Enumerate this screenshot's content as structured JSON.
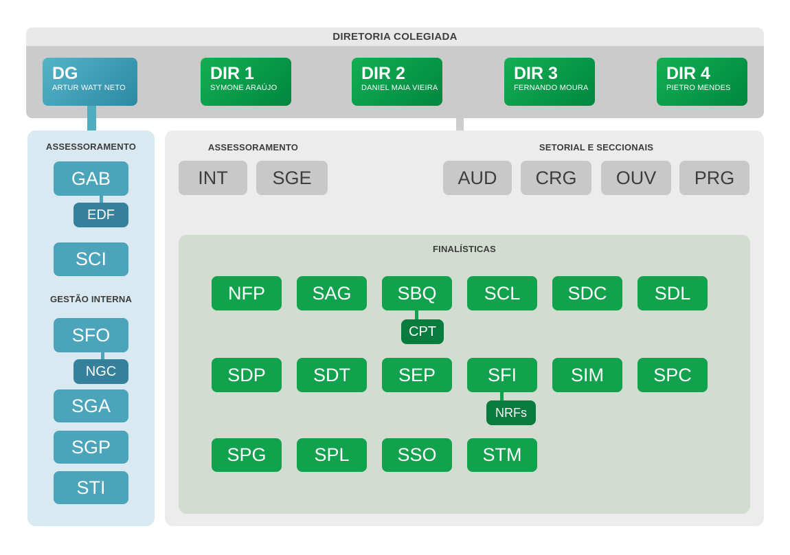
{
  "board": {
    "title": "DIRETORIA COLEGIADA",
    "directors": [
      {
        "code": "DG",
        "name": "ARTUR WATT NETO"
      },
      {
        "code": "DIR 1",
        "name": "SYMONE ARAÚJO"
      },
      {
        "code": "DIR 2",
        "name": "DANIEL MAIA VIEIRA"
      },
      {
        "code": "DIR 3",
        "name": "FERNANDO MOURA"
      },
      {
        "code": "DIR 4",
        "name": "PIETRO MENDES"
      }
    ]
  },
  "left_panel": {
    "sections": [
      {
        "label": "ASSESSORAMENTO",
        "units": [
          {
            "code": "GAB",
            "sub": "EDF"
          },
          {
            "code": "SCI"
          }
        ]
      },
      {
        "label": "GESTÃO INTERNA",
        "units": [
          {
            "code": "SFO",
            "sub": "NGC"
          },
          {
            "code": "SGA"
          },
          {
            "code": "SGP"
          },
          {
            "code": "STI"
          }
        ]
      }
    ]
  },
  "right_panel": {
    "assessoramento": {
      "label": "ASSESSORAMENTO",
      "items": [
        "INT",
        "SGE"
      ]
    },
    "setorial": {
      "label": "SETORIAL E SECCIONAIS",
      "items": [
        "AUD",
        "CRG",
        "OUV",
        "PRG"
      ]
    },
    "finalisticas": {
      "label": "FINALÍSTICAS",
      "rows": [
        {
          "boxes": [
            "NFP",
            "SAG",
            "SBQ",
            "SCL",
            "SDC",
            "SDL"
          ],
          "child": {
            "code": "CPT",
            "parent": "SBQ"
          }
        },
        {
          "boxes": [
            "SDP",
            "SDT",
            "SEP",
            "SFI",
            "SIM",
            "SPC"
          ],
          "child": {
            "code": "NRFs",
            "parent": "SFI"
          }
        },
        {
          "boxes": [
            "SPG",
            "SPL",
            "SSO",
            "STM"
          ]
        }
      ]
    }
  },
  "colors": {
    "teal": "#4ba4ba",
    "teal_dark": "#35809a",
    "teal_gradient_start": "#55b4c8",
    "teal_gradient_end": "#2b89a4",
    "green": "#12a24e",
    "green_dark": "#077c3d",
    "green_gradient_start": "#13ae54",
    "green_gradient_end": "#00873f",
    "gray_box": "#c8c8c8",
    "band_gray": "#cbcbcb",
    "header_gray": "#e9e9e9",
    "left_panel_bg": "#d8e9f1",
    "right_panel_bg": "#ececec",
    "finalisticas_bg": "#d3dcd0",
    "label_text": "#3c3c3c"
  }
}
